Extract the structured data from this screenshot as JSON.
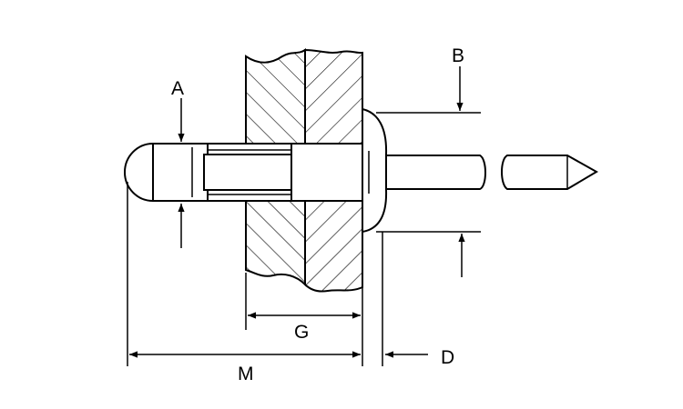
{
  "colors": {
    "stroke": "#000000",
    "background": "#ffffff"
  },
  "labels": {
    "A": "A",
    "B": "B",
    "D": "D",
    "G": "G",
    "M": "M"
  }
}
